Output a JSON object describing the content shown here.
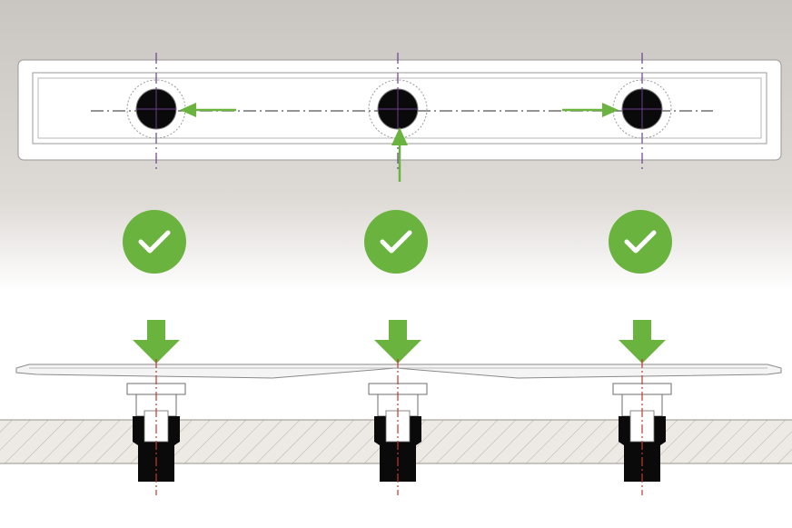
{
  "colors": {
    "background_top": "#c9c5c1",
    "background_bottom": "#ffffff",
    "accent_green": "#6ab33f",
    "drain_black": "#0a0a0a",
    "centerline_purple": "#6a3f8f",
    "centerline_red": "#c0392b",
    "outline_gray": "#8a8a8a",
    "concrete_hatch": "#b5b0aa"
  },
  "positions": [
    {
      "name": "left",
      "status": "approved",
      "icon": "check-icon",
      "offset_direction": "arrow-from-right"
    },
    {
      "name": "center",
      "status": "approved",
      "icon": "check-icon",
      "offset_direction": "arrow-from-below"
    },
    {
      "name": "right",
      "status": "approved",
      "icon": "check-icon",
      "offset_direction": "arrow-from-left"
    }
  ],
  "icons": {
    "status": "check-circle-icon",
    "load": "down-arrow-icon",
    "drain": "drain-outlet-icon"
  }
}
